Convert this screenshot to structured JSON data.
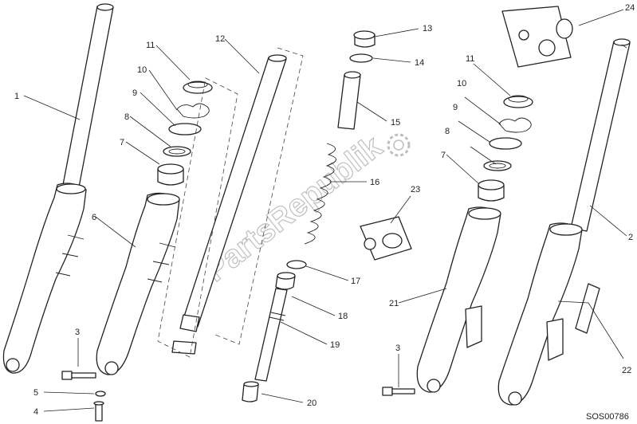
{
  "watermark": "PartsRepublik",
  "diagram_code": "SOS00786",
  "callouts": {
    "c1": "1",
    "c2": "2",
    "c3a": "3",
    "c3b": "3",
    "c4": "4",
    "c5": "5",
    "c6": "6",
    "c7a": "7",
    "c7b": "7",
    "c8a": "8",
    "c8b": "8",
    "c9a": "9",
    "c9b": "9",
    "c10a": "10",
    "c10b": "10",
    "c11a": "11",
    "c11b": "11",
    "c12": "12",
    "c13": "13",
    "c14": "14",
    "c15": "15",
    "c16": "16",
    "c17": "17",
    "c18": "18",
    "c19": "19",
    "c20": "20",
    "c21": "21",
    "c22": "22",
    "c23": "23",
    "c24": "24"
  }
}
